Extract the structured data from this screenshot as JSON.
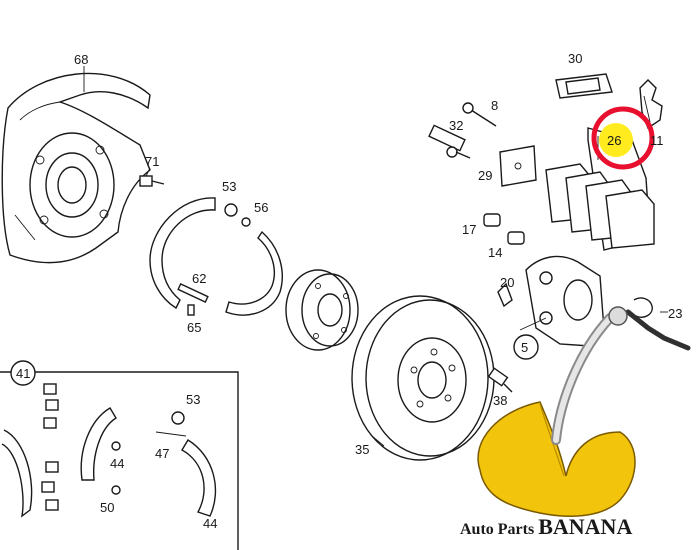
{
  "part_labels": {
    "p68": "68",
    "p71": "71",
    "p53a": "53",
    "p56": "56",
    "p62": "62",
    "p65": "65",
    "p30": "30",
    "p8": "8",
    "p32": "32",
    "p29": "29",
    "p26": "26",
    "p11": "11",
    "p17": "17",
    "p14": "14",
    "p20": "20",
    "p5": "5",
    "p23": "23",
    "p38": "38",
    "p35": "35",
    "p41": "41",
    "p53b": "53",
    "p47": "47",
    "p44a": "44",
    "p50": "50",
    "p44b": "44"
  },
  "highlight": {
    "label": "26",
    "ring_color": "#e8102e",
    "fill_color": "#ffeb1e"
  },
  "watermark": {
    "text_part1": "Auto Parts ",
    "text_part2": "BANANA",
    "banana_color": "#f2c40c"
  }
}
